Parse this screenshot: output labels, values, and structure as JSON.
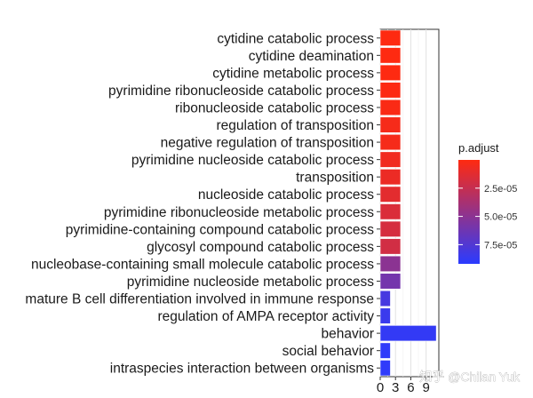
{
  "chart_data": {
    "type": "bar",
    "orientation": "horizontal",
    "categories": [
      "cytidine catabolic process",
      "cytidine deamination",
      "cytidine metabolic process",
      "pyrimidine ribonucleoside catabolic process",
      "ribonucleoside catabolic process",
      "regulation of transposition",
      "negative regulation of transposition",
      "pyrimidine nucleoside catabolic process",
      "transposition",
      "nucleoside catabolic process",
      "pyrimidine ribonucleoside metabolic process",
      "pyrimidine-containing compound catabolic process",
      "glycosyl compound catabolic process",
      "nucleobase-containing small molecule catabolic process",
      "pyrimidine nucleoside metabolic process",
      "mature B cell differentiation involved in immune response",
      "regulation of AMPA receptor activity",
      "behavior",
      "social behavior",
      "intraspecies interaction between organisms"
    ],
    "values": [
      4,
      4,
      4,
      4,
      4,
      4,
      4,
      4,
      4,
      4,
      4,
      4,
      4,
      4,
      4,
      2,
      2,
      11,
      2,
      2
    ],
    "p_adjust": [
      5e-07,
      5e-07,
      5e-07,
      1e-06,
      2e-06,
      4e-06,
      4e-06,
      6e-06,
      8e-06,
      1.2e-05,
      1.6e-05,
      1.8e-05,
      2e-05,
      5e-05,
      6e-05,
      8e-05,
      8.5e-05,
      8.8e-05,
      9e-05,
      9e-05
    ],
    "xticks": [
      0,
      3,
      6,
      9
    ],
    "xlim": [
      0,
      11.5
    ],
    "xlabel": "",
    "ylabel": "",
    "grid": true,
    "legend": {
      "title": "p.adjust",
      "position": "right",
      "ticks": [
        "2.5e-05",
        "5.0e-05",
        "7.5e-05"
      ],
      "tick_values": [
        2.5e-05,
        5e-05,
        7.5e-05
      ],
      "range": [
        0,
        9.2e-05
      ],
      "color_low": "#ff2a10",
      "color_high": "#2a3bff"
    }
  },
  "watermark": "知乎 @Chilan Yuk"
}
